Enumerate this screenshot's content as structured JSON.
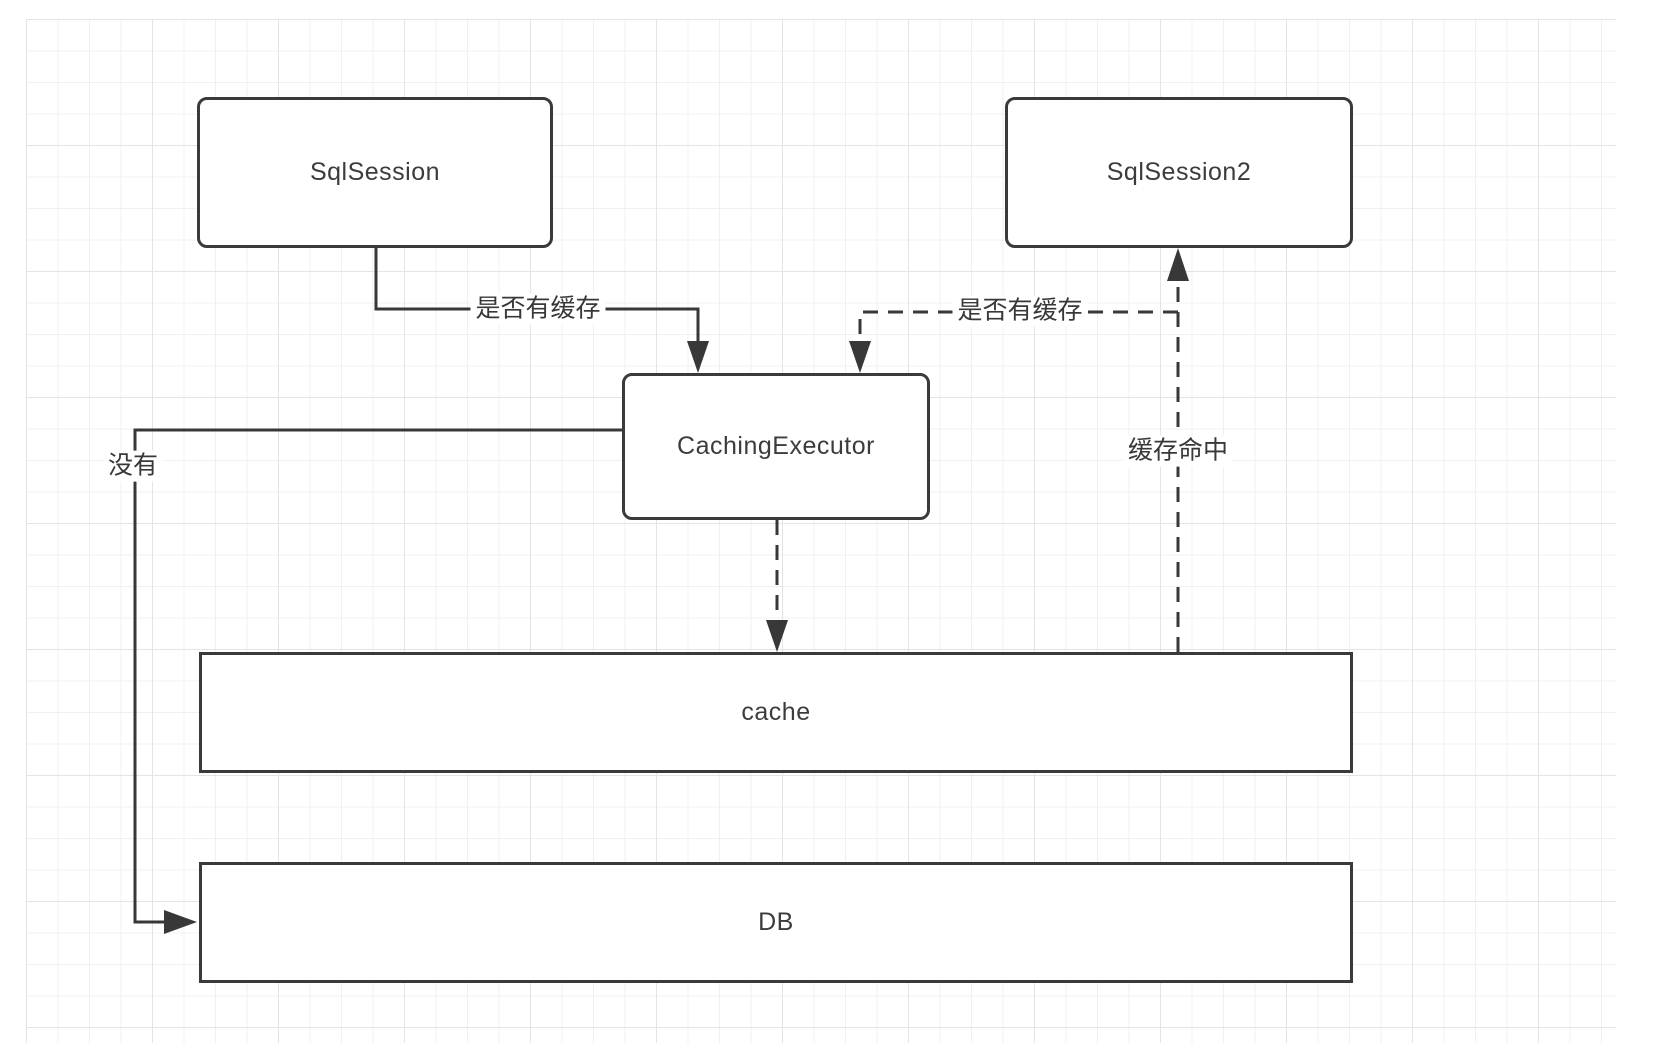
{
  "canvas": {
    "background": "#ffffff",
    "grid_minor_color": "#f0f0f0",
    "grid_major_color": "#e4e4e4",
    "stroke_color": "#383838",
    "text_color": "#3c3c3c"
  },
  "nodes": [
    {
      "id": "sqlsession",
      "label": "SqlSession"
    },
    {
      "id": "sqlsession2",
      "label": "SqlSession2"
    },
    {
      "id": "caching-executor",
      "label": "CachingExecutor"
    },
    {
      "id": "cache",
      "label": "cache"
    },
    {
      "id": "db",
      "label": "DB"
    }
  ],
  "edges": [
    {
      "id": "sqlsession-to-executor",
      "from": "SqlSession",
      "to": "CachingExecutor",
      "style": "solid",
      "label": "是否有缓存"
    },
    {
      "id": "sqlsession2-to-executor",
      "from": "SqlSession2",
      "to": "CachingExecutor",
      "style": "dashed",
      "label": "是否有缓存"
    },
    {
      "id": "executor-to-db",
      "from": "CachingExecutor",
      "to": "DB",
      "style": "solid",
      "label": "没有"
    },
    {
      "id": "executor-to-cache",
      "from": "CachingExecutor",
      "to": "cache",
      "style": "dashed",
      "label": ""
    },
    {
      "id": "cache-to-sqlsession2",
      "from": "cache",
      "to": "SqlSession2",
      "style": "dashed",
      "label": "缓存命中"
    }
  ]
}
